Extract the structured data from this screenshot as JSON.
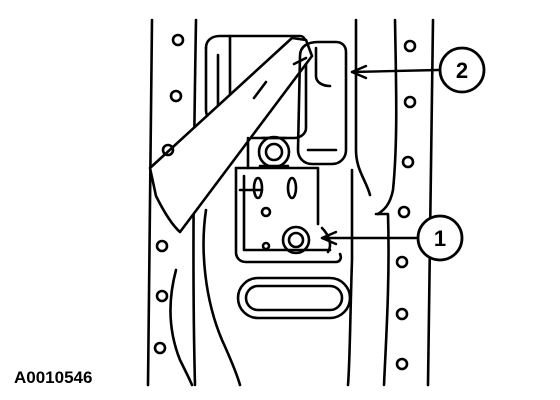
{
  "figure": {
    "id": "A0010546",
    "callouts": [
      {
        "label": "1"
      },
      {
        "label": "2"
      }
    ]
  }
}
